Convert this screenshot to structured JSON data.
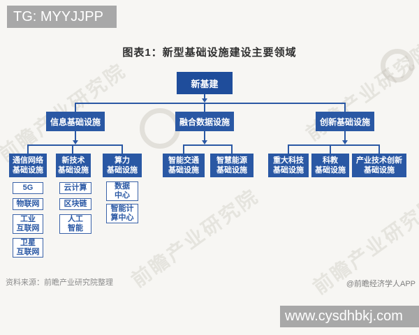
{
  "overlay": {
    "top_badge": "TG: MYYJJPP",
    "bottom_badge": "www.cysdhbkj.com"
  },
  "title": "图表1：新型基础设施建设主要领域",
  "source": "资料来源：前瞻产业研究院整理",
  "credit": "@前瞻经济学人APP",
  "watermark": {
    "text": "前瞻产业研究院"
  },
  "colors": {
    "node_blue": "#2a58a4",
    "root_blue": "#1f4d9b",
    "leaf_border_blue": "#3a62a8",
    "badge_gray": "#a8a8a8",
    "background": "#f7f6f3"
  },
  "tree": {
    "root": "新基建",
    "branches": [
      {
        "label": "信息基础设施",
        "children": [
          {
            "label": "通信网络\n基础设施",
            "leaves": [
              "5G",
              "物联网",
              "工业\n互联网",
              "卫星\n互联网"
            ]
          },
          {
            "label": "新技术\n基础设施",
            "leaves": [
              "云计算",
              "区块链",
              "人工\n智能"
            ]
          },
          {
            "label": "算力\n基础设施",
            "leaves": [
              "数据\n中心",
              "智能计\n算中心"
            ]
          }
        ]
      },
      {
        "label": "融合数据设施",
        "children": [
          {
            "label": "智能交通\n基础设施",
            "leaves": []
          },
          {
            "label": "智慧能源\n基础设施",
            "leaves": []
          }
        ]
      },
      {
        "label": "创新基础设施",
        "children": [
          {
            "label": "重大科技\n基础设施",
            "leaves": []
          },
          {
            "label": "科教\n基础设施",
            "leaves": []
          },
          {
            "label": "产业技术创新\n基础设施",
            "leaves": []
          }
        ]
      }
    ]
  }
}
